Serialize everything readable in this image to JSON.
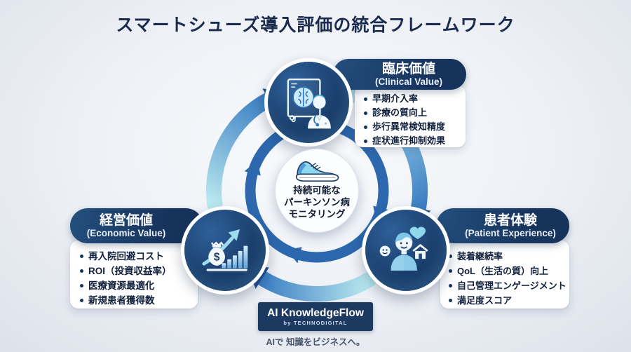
{
  "title": "スマートシューズ導入評価の統合フレームワーク",
  "center": {
    "icon": "sneaker-icon",
    "lines": [
      "持続可能な",
      "パーキンソン病",
      "モニタリング"
    ]
  },
  "nodes": [
    {
      "id": "clinical",
      "title": "臨床価値",
      "subtitle": "(Clinical Value)",
      "icon": "doctor-brain-scan-icon",
      "items": [
        "早期介入率",
        "診療の質向上",
        "歩行異常検知精度",
        "症状進行抑制効果"
      ]
    },
    {
      "id": "economic",
      "title": "経営価値",
      "subtitle": "(Economic Value)",
      "icon": "money-growth-icon",
      "items": [
        "再入院回避コスト",
        "ROI（投資収益率）",
        "医療資源最適化",
        "新規患者獲得数"
      ]
    },
    {
      "id": "patient",
      "title": "患者体験",
      "subtitle": "(Patient Experience)",
      "icon": "patient-wellbeing-icon",
      "items": [
        "装着継続率",
        "QoL（生活の質）向上",
        "自己管理エンゲージメント",
        "満足度スコア"
      ]
    }
  ],
  "footer": {
    "logo_title": "AI KnowledgeFlow",
    "logo_subtitle": "by TECHNODIGITAL",
    "tagline": "AIで 知識をビジネスへ。"
  },
  "colors": {
    "navy": "#16335c",
    "arrow_blue": "#2d68ae",
    "arrow_head_dark": "#1e5094",
    "light_cyan": "#b9e8ef",
    "card_bg": "#ffffff",
    "background": "#eef1f6"
  }
}
